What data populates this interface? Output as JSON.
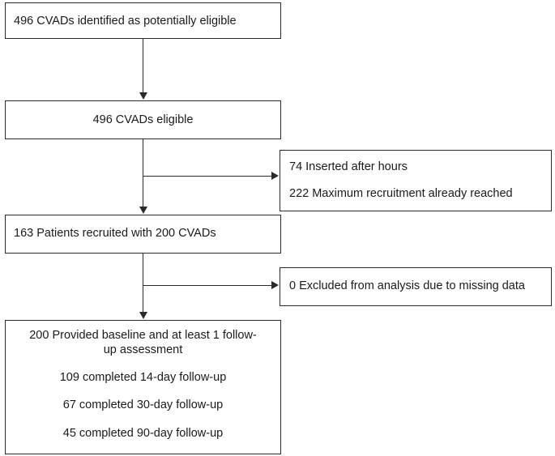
{
  "flowchart": {
    "step1": "496 CVADs identified as potentially eligible",
    "step2": "496 CVADs eligible",
    "exclusion1": {
      "line1": "74 Inserted after hours",
      "line2": "222 Maximum recruitment already reached"
    },
    "step3": "163 Patients recruited with 200 CVADs",
    "exclusion2": "0 Excluded from analysis due to missing data",
    "step4": {
      "line1a": "200 Provided baseline and at least 1 follow-",
      "line1b": "up assessment",
      "line2": "109 completed 14-day follow-up",
      "line3": "67 completed 30-day follow-up",
      "line4": "45 completed 90-day follow-up"
    }
  }
}
